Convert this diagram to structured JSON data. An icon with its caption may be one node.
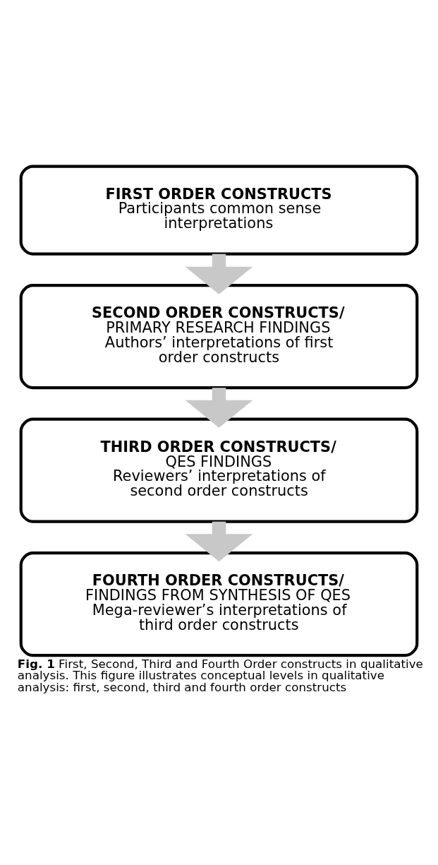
{
  "diagram": {
    "caption": "**Fig. 1** First, Second, Third and Fourth Order constructs in qualitative analysis. This figure illustrates conceptual levels in qualitative analysis: first, second, third and fourth order constructs",
    "nodes": [
      {
        "text": [
          "FIRST ORDER CONSTRUCTS",
          "Participants common sense interpretations"
        ]
      },
      {
        "text": [
          "SECOND ORDER CONSTRUCTS/",
          "PRIMARY RESEARCH FINDINGS",
          "Authors’ interpretations of first order constructs"
        ]
      },
      {
        "text": [
          "THIRD ORDER CONSTRUCTS/",
          "QES FINDINGS",
          "Reviewers’ interpretations of second order constructs"
        ]
      },
      {
        "text": [
          "FOURTH ORDER CONSTRUCTS/",
          "FINDINGS FROM SYNTHESIS OF QES",
          "Mega-reviewer’s interpretations of third order constructs"
        ]
      }
    ],
    "edges": [
      {
        "from": 0,
        "to": 1,
        "arrow": "to"
      },
      {
        "from": 1,
        "to": 2,
        "arrow": "to"
      },
      {
        "from": 2,
        "to": 3,
        "arrow": "to"
      }
    ]
  }
}
